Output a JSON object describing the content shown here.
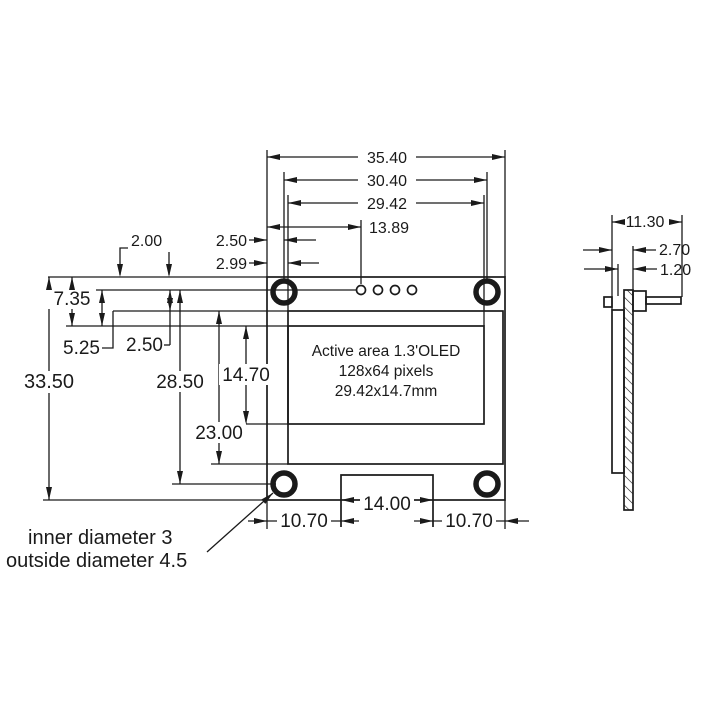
{
  "drawing": {
    "front": {
      "dims": {
        "overall_width": "35.40",
        "hole_pitch": "30.40",
        "active_width": "29.42",
        "pin1_offset": "13.89",
        "hole_margin": "2.50",
        "glass_margin": "2.99",
        "pin_row_offset": "2.00",
        "top_to_active": "7.35",
        "top_to_glass": "5.25",
        "glass_to_active": "2.50",
        "overall_height": "33.50",
        "pin_to_bottom_hole": "28.50",
        "glass_height": "23.00",
        "active_height": "14.70",
        "connector_width": "14.00",
        "bottom_left_margin": "10.70",
        "bottom_right_margin": "10.70"
      },
      "active_label": {
        "line1": "Active area 1.3'OLED",
        "line2": "128x64 pixels",
        "line3": "29.42x14.7mm"
      },
      "note": {
        "line1": "inner diameter 3",
        "line2": "outside diameter 4.5"
      }
    },
    "side": {
      "dims": {
        "depth": "11.30",
        "module_thickness": "2.70",
        "pcb_thickness": "1.20"
      }
    }
  },
  "colors": {
    "ink": "#1a1a1a",
    "bg": "#ffffff"
  }
}
